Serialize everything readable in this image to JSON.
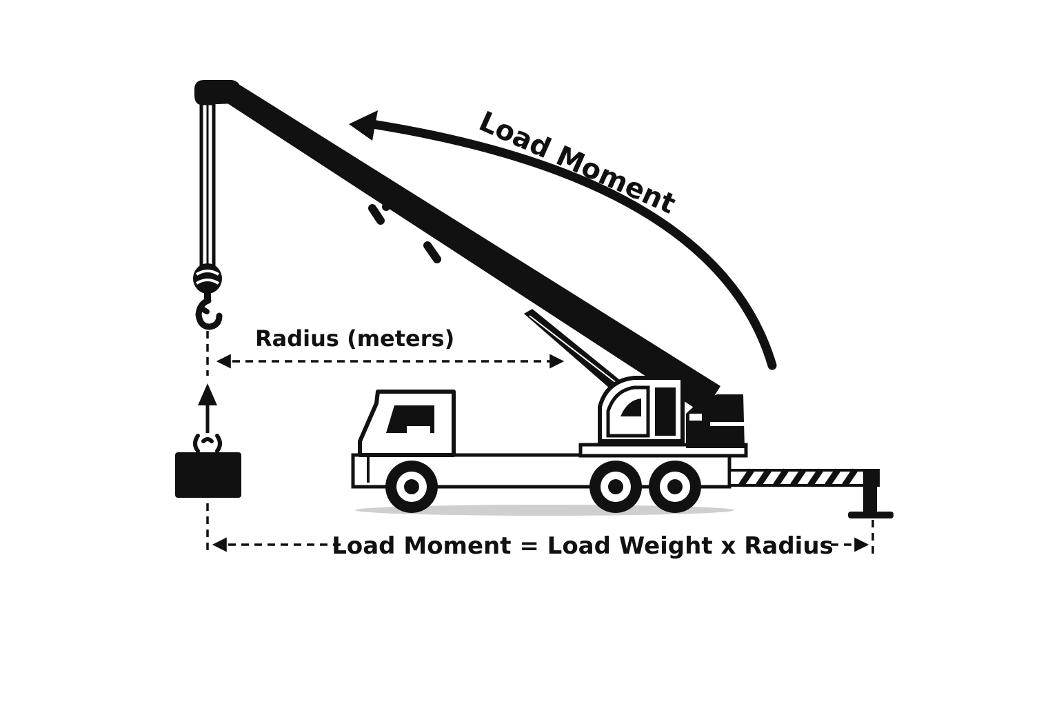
{
  "labels": {
    "arc_label": "Load Moment",
    "radius_label": "Radius (meters)",
    "formula_label": "Load Moment = Load Weight x Radius"
  },
  "colors": {
    "ink": "#111111",
    "background": "#ffffff",
    "shadow": "#cfcfcf"
  },
  "icons": {
    "crane": "mobile-crane-truck",
    "hook": "crane-hook",
    "load": "load-block",
    "outrigger": "outrigger-pad"
  }
}
